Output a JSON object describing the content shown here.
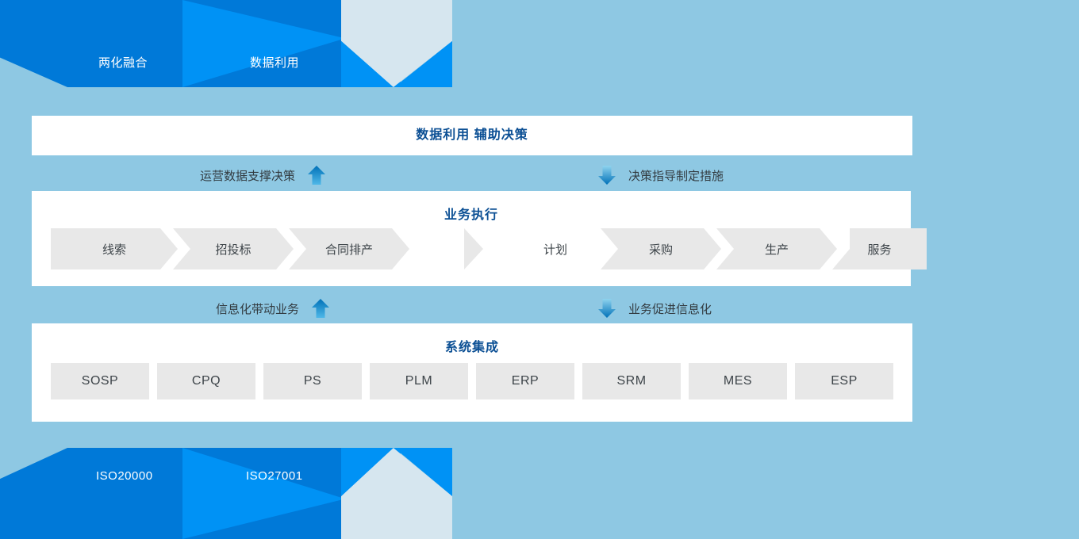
{
  "colors": {
    "background": "#8ec8e3",
    "band_dark_blue": "#0079d8",
    "band_bright_blue": "#0092f5",
    "band_pale": "#d6e6ef",
    "panel_white": "#ffffff",
    "title_blue": "#0b4f94",
    "chip_grey": "#e8e8e8",
    "text_dark": "#3d4449",
    "arrow_blue": "#1786c4"
  },
  "top_banner": {
    "labels": [
      {
        "text": "两化融合"
      },
      {
        "text": "数据利用"
      }
    ]
  },
  "bottom_banner": {
    "labels": [
      {
        "text": "ISO20000"
      },
      {
        "text": "ISO27001"
      }
    ]
  },
  "decision_panel": {
    "title": "数据利用 辅助决策"
  },
  "arrows_upper": {
    "left": {
      "text": "运营数据支撑决策",
      "icon": "arrow-up-icon"
    },
    "right": {
      "text": "决策指导制定措施",
      "icon": "arrow-down-icon"
    }
  },
  "arrows_lower": {
    "left": {
      "text": "信息化带动业务",
      "icon": "arrow-up-icon"
    },
    "right": {
      "text": "业务促进信息化",
      "icon": "arrow-down-icon"
    }
  },
  "business_panel": {
    "title": "业务执行",
    "left_chain": [
      {
        "label": "线索"
      },
      {
        "label": "招投标"
      },
      {
        "label": "合同排产"
      }
    ],
    "right_chain": [
      {
        "label": "计划"
      },
      {
        "label": "采购"
      },
      {
        "label": "生产"
      },
      {
        "label": "服务"
      }
    ]
  },
  "systems_panel": {
    "title": "系统集成",
    "systems": [
      {
        "label": "SOSP"
      },
      {
        "label": "CPQ"
      },
      {
        "label": "PS"
      },
      {
        "label": "PLM"
      },
      {
        "label": "ERP"
      },
      {
        "label": "SRM"
      },
      {
        "label": "MES"
      },
      {
        "label": "ESP"
      }
    ]
  }
}
